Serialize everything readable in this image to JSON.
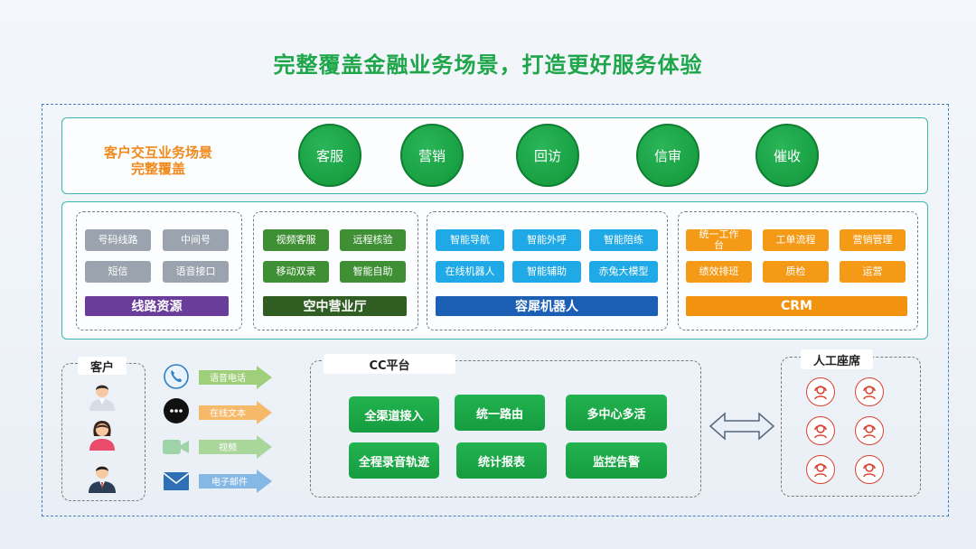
{
  "title": "完整覆盖金融业务场景，打造更好服务体验",
  "scenario": {
    "label_line1": "客户交互业务场景",
    "label_line2": "完整覆盖",
    "items": [
      "客服",
      "营销",
      "回访",
      "信审",
      "催收"
    ]
  },
  "groups": [
    {
      "name": "线路资源",
      "chips": [
        "号码线路",
        "中间号",
        "短信",
        "语音接口"
      ],
      "color": "#6a3d9a"
    },
    {
      "name": "空中营业厅",
      "chips": [
        "视频客服",
        "远程核验",
        "移动双录",
        "智能自助"
      ],
      "color": "#2f5d22"
    },
    {
      "name": "容犀机器人",
      "chips": [
        "智能导航",
        "智能外呼",
        "智能陪练",
        "在线机器人",
        "智能辅助",
        "赤兔大模型"
      ],
      "color": "#1a5fb4"
    },
    {
      "name": "CRM",
      "chips": [
        "统一工作台",
        "工单流程",
        "营销管理",
        "绩效排班",
        "质检",
        "运营"
      ],
      "color": "#f2930f"
    }
  ],
  "customer": {
    "label": "客户",
    "channels": [
      "语音电话",
      "在线文本",
      "视频",
      "电子邮件"
    ]
  },
  "cc_platform": {
    "label": "CC平台",
    "features": [
      "全渠道接入",
      "统一路由",
      "多中心多活",
      "全程录音轨迹",
      "统计报表",
      "监控告警"
    ]
  },
  "agents": {
    "label": "人工座席",
    "count": 6
  },
  "colors": {
    "title_green": "#1fa64a",
    "scenario_label_orange": "#f08a1c",
    "frame_teal": "#3eb6b0"
  }
}
